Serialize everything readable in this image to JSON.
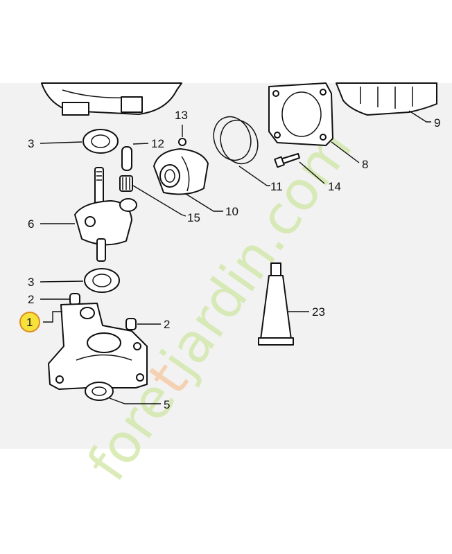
{
  "callouts": [
    {
      "id": "c1",
      "label": "1",
      "highlighted": true
    },
    {
      "id": "c2a",
      "label": "2"
    },
    {
      "id": "c2b",
      "label": "2"
    },
    {
      "id": "c3a",
      "label": "3"
    },
    {
      "id": "c3b",
      "label": "3"
    },
    {
      "id": "c5",
      "label": "5"
    },
    {
      "id": "c6",
      "label": "6"
    },
    {
      "id": "c8",
      "label": "8"
    },
    {
      "id": "c9",
      "label": "9"
    },
    {
      "id": "c10",
      "label": "10"
    },
    {
      "id": "c11",
      "label": "11"
    },
    {
      "id": "c12",
      "label": "12"
    },
    {
      "id": "c13",
      "label": "13"
    },
    {
      "id": "c14",
      "label": "14"
    },
    {
      "id": "c15",
      "label": "15"
    },
    {
      "id": "c23",
      "label": "23"
    }
  ],
  "watermark": {
    "text_start": "fore",
    "text_accent": "t",
    "text_end": "jardin.com"
  },
  "colors": {
    "highlight_fill": "#f5e33b",
    "highlight_stroke": "#e08a1e",
    "watermark_green": "#cfe6a2",
    "watermark_orange": "#f6c79e"
  }
}
